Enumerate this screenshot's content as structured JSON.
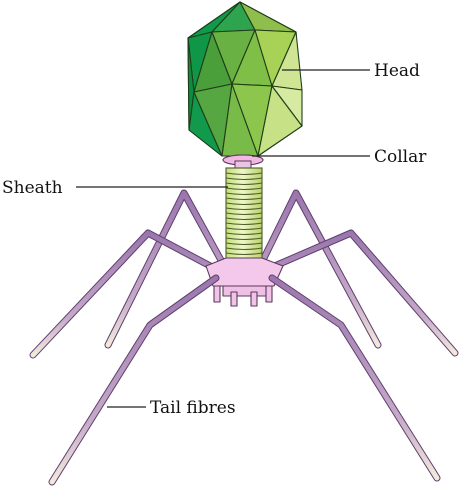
{
  "labels": {
    "head": "Head",
    "collar": "Collar",
    "sheath": "Sheath",
    "tail_fibres": "Tail fibres"
  },
  "colors": {
    "head_dark": "#0d9a4a",
    "head_mid": "#6fb043",
    "head_light": "#d3e89a",
    "collar": "#f2b7e3",
    "sheath": "#d8ec9a",
    "baseplate": "#f3c8ea",
    "fibre": "#a27fb0",
    "fibre_tip": "#efe6d2"
  }
}
